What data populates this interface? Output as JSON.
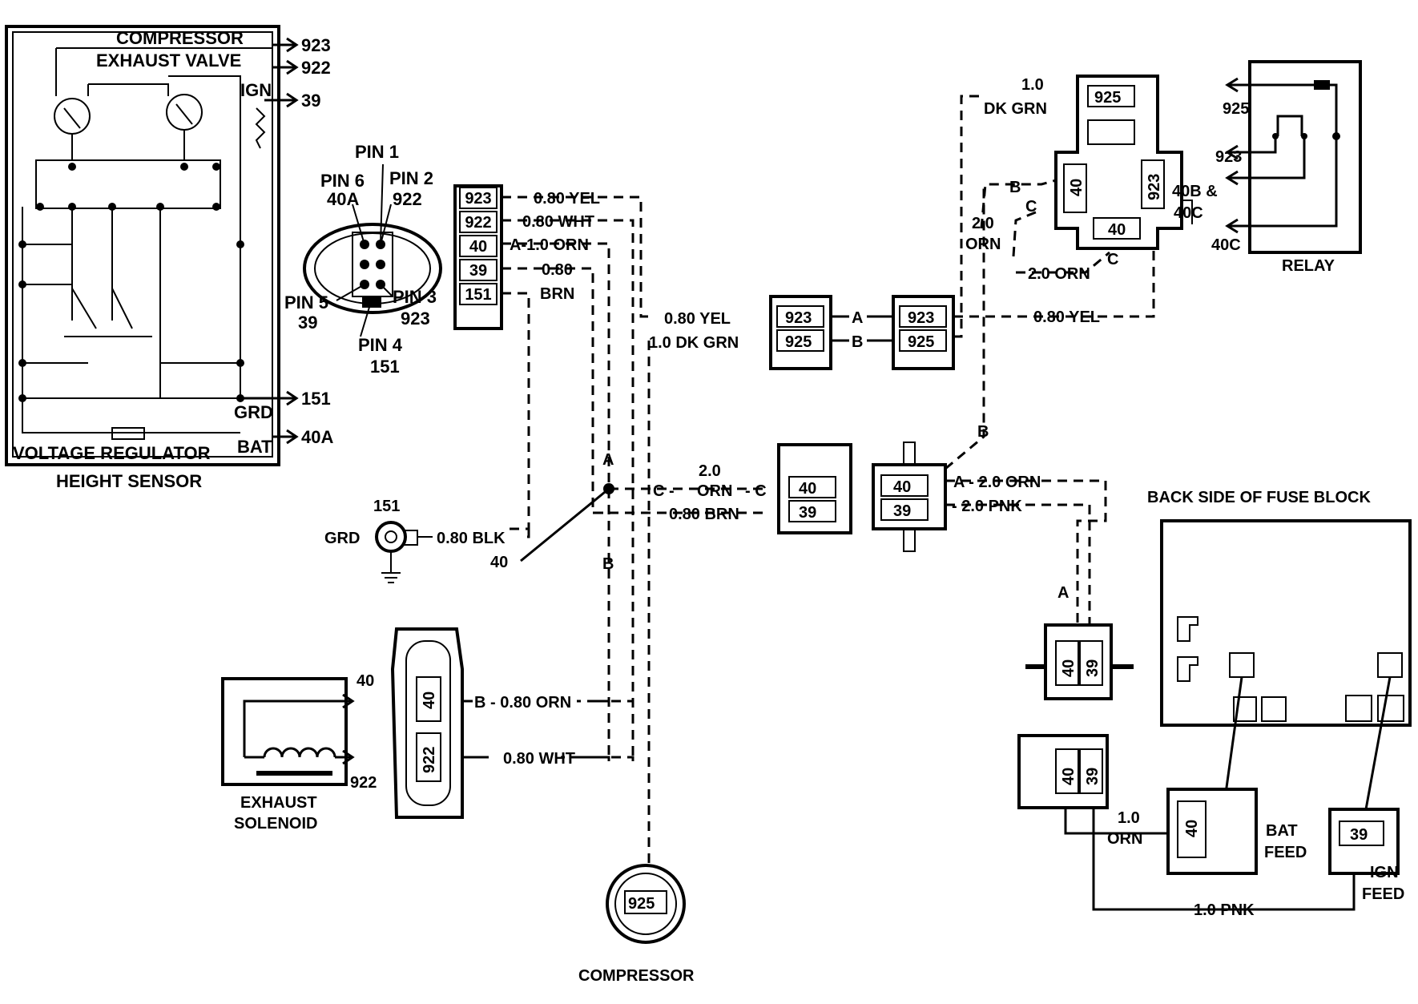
{
  "height_sensor": {
    "compressor_label": "COMPRESSOR",
    "exhaust_valve_label": "EXHAUST VALVE",
    "ign_label": "IGN",
    "grd_label": "GRD",
    "bat_label": "BAT",
    "regulator_label": "VOLTAGE REGULATOR",
    "title": "HEIGHT SENSOR",
    "out_923": "923",
    "out_922": "922",
    "out_39": "39",
    "out_151": "151",
    "out_40a": "40A"
  },
  "pin_connector": {
    "pin1": "PIN 1",
    "pin2": "PIN 2",
    "pin2_num": "922",
    "pin6": "PIN 6",
    "pin6_num": "40A",
    "pin3": "PIN 3",
    "pin3_num": "923",
    "pin5": "PIN 5",
    "pin5_num": "39",
    "pin4": "PIN 4",
    "pin4_num": "151"
  },
  "terminal_strip": {
    "cells": [
      "923",
      "922",
      "40",
      "39",
      "151"
    ]
  },
  "wires": {
    "yel_080": "0.80 YEL",
    "wht_080": "0.80 WHT",
    "a_orn_10": "A-1.0 ORN",
    "brn_080_a": "0.80",
    "brn_080_b": "BRN",
    "yel_080_mid": "0.80 YEL",
    "dkgrn_10": "1.0 DK GRN",
    "orn_20_a": "2.0",
    "orn_20_b": "ORN",
    "c_left": "C -",
    "c_right": "- C",
    "brn_080_low": "0.80 BRN",
    "blk_080": "0.80 BLK",
    "a_label": "A",
    "b_label": "B",
    "b_orn_080": "B - 0.80 ORN",
    "wht_080_low": "0.80 WHT",
    "yel_080_right": "0.80 YEL",
    "dkgrn_10_top_a": "1.0",
    "dkgrn_10_top_b": "DK GRN",
    "orn_20_relay_a": "2.0",
    "orn_20_relay_b": "ORN",
    "orn_20_relay_c": "2.0 ORN",
    "b_letter": "B",
    "c_letter": "C",
    "c_letter2": "C",
    "a_orn_20": "A - 2.0 ORN",
    "pnk_20": "- 2.0 PNK",
    "b_letter_vert": "B",
    "a_letter_vert": "A",
    "orn_10_a": "1.0",
    "orn_10_b": "ORN",
    "pnk_10": "1.0 PNK"
  },
  "ground": {
    "num": "151",
    "label": "GRD",
    "junction": "40"
  },
  "connector_ab": {
    "left_top": "923",
    "left_bot": "925",
    "a": "A",
    "b": "B",
    "right_top": "923",
    "right_bot": "925"
  },
  "connector_mid": {
    "left_top": "40",
    "left_bot": "39",
    "right_top": "40",
    "right_bot": "39"
  },
  "relay_connector": {
    "top": "925",
    "left": "40",
    "right": "923",
    "bottom": "40"
  },
  "relay": {
    "title": "RELAY",
    "p925": "925",
    "p923": "923",
    "p40b": "40B &",
    "p40c_a": "40C",
    "p40c": "40C"
  },
  "solenoid": {
    "title_a": "EXHAUST",
    "title_b": "SOLENOID",
    "p40": "40",
    "p922": "922",
    "conn_top": "40",
    "conn_bot": "922"
  },
  "compressor": {
    "title": "COMPRESSOR",
    "pin": "925"
  },
  "fuse_block": {
    "title": "BACK SIDE OF FUSE BLOCK",
    "bat_feed_a": "BAT",
    "bat_feed_b": "FEED",
    "ign_feed_a": "IGN",
    "ign_feed_b": "FEED",
    "bat_pin": "40",
    "ign_pin": "39",
    "c1_left": "40",
    "c1_right": "39",
    "c2_left": "40",
    "c2_right": "39"
  }
}
